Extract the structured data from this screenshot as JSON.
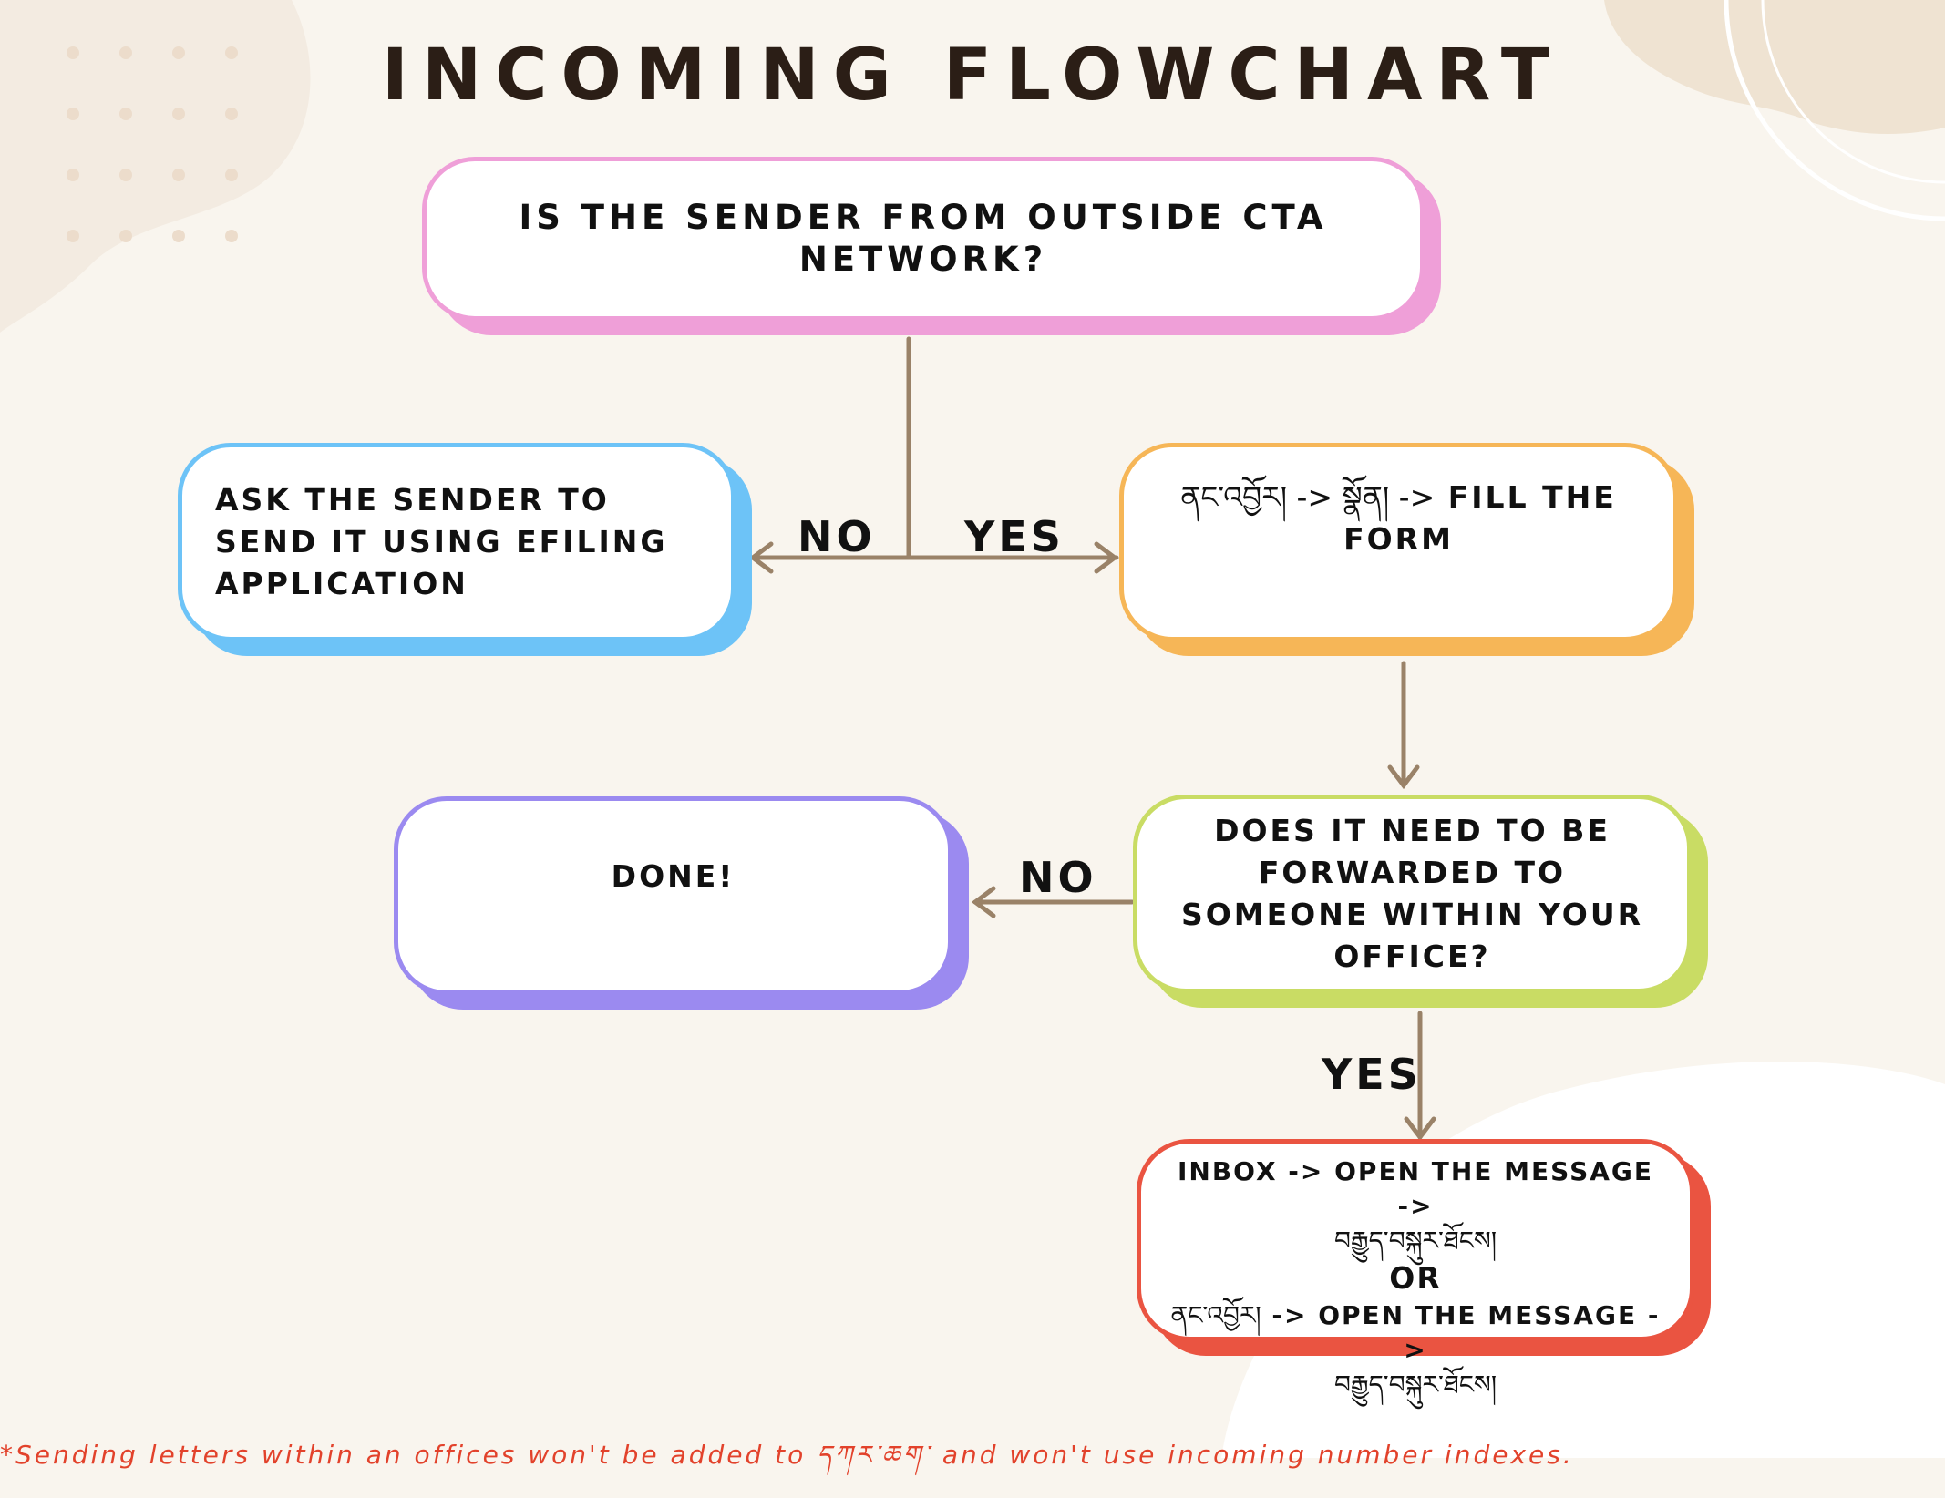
{
  "title": "INCOMING FLOWCHART",
  "colors": {
    "background": "#f9f5ee",
    "blob": "#f3ebe1",
    "blob_accent": "#efe3d2",
    "dots": "#ecdccb",
    "arrow": "#9a8268",
    "pink": "#ef9fd8",
    "blue": "#6dc3f7",
    "orange": "#f6b657",
    "lime": "#c9dc64",
    "purple": "#9b8af0",
    "red": "#ea5441",
    "footnote": "#e2422b"
  },
  "nodes": {
    "question_sender": {
      "text": "IS THE SENDER FROM OUTSIDE CTA NETWORK?"
    },
    "ask_sender": {
      "text": "ASK THE SENDER TO SEND IT USING EFILING APPLICATION"
    },
    "fill_form": {
      "tib_prefix": "ནང་འབྱོར། -> སྣོན། ->",
      "text": "FILL THE FORM"
    },
    "question_forward": {
      "text": "DOES IT NEED TO BE FORWARDED TO SOMEONE WITHIN YOUR OFFICE?"
    },
    "done": {
      "text": "DONE!"
    },
    "inbox_steps": {
      "line1": "INBOX -> OPEN THE MESSAGE ->",
      "line2": "བརྒྱུད་བསྐུར་ཐོངས།",
      "line3": "OR",
      "line4_tib": "ནང་འབྱོར།",
      "line4": " -> OPEN THE MESSAGE ->",
      "line5": "བརྒྱུད་བསྐུར་ཐོངས།"
    }
  },
  "edges": {
    "no_1": "NO",
    "yes_1": "YES",
    "no_2": "NO",
    "yes_2": "YES"
  },
  "footnote": "*Sending letters within an offices won't be added to དཀར་ཆག་ and won't use incoming number indexes."
}
